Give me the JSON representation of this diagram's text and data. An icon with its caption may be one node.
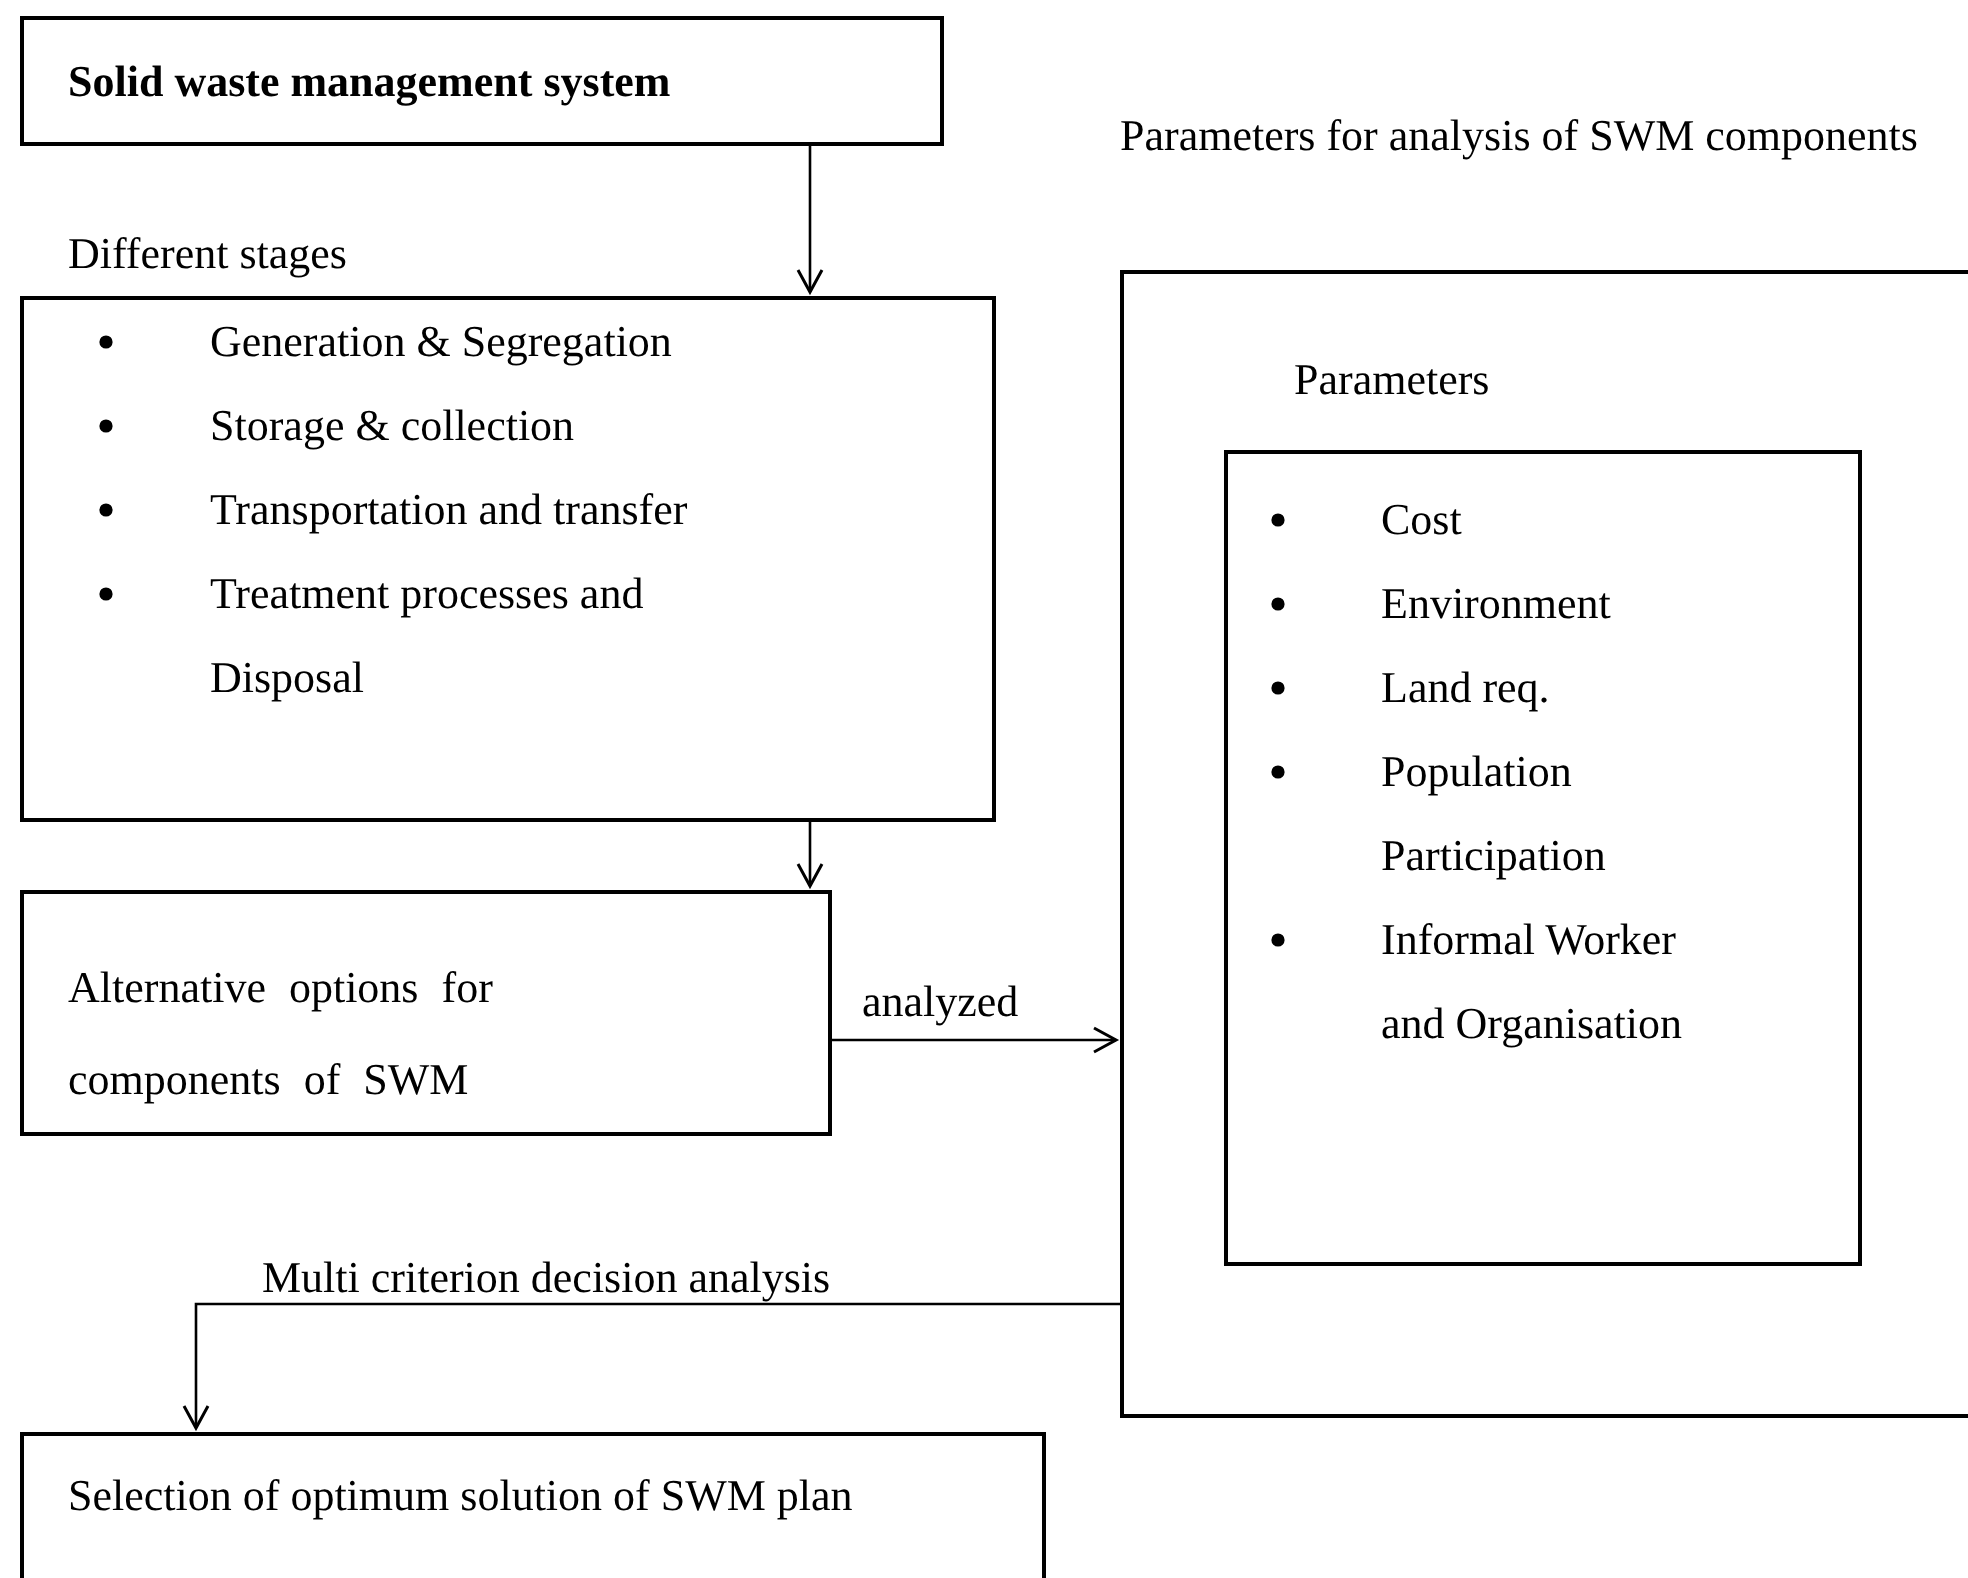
{
  "diagram": {
    "nodes": [
      {
        "text": [
          "Solid waste management system"
        ]
      },
      {
        "text": [
          "Different stages",
          "Generation & Segregation",
          "Storage & collection",
          "Transportation and transfer",
          "Treatment processes and Disposal"
        ]
      },
      {
        "text": [
          "Alternative options for components of SWM"
        ]
      },
      {
        "text": [
          "Parameters for analysis of SWM components",
          "Parameters"
        ]
      },
      {
        "text": [
          "Cost",
          "Environment",
          "Land req.",
          "Population Participation",
          "Informal Worker and Organisation"
        ],
        "in": 3
      },
      {
        "text": [
          "Selection of optimum solution of SWM plan"
        ]
      }
    ],
    "edges": [
      {
        "from": 0,
        "to": 1,
        "arrow": "to"
      },
      {
        "from": 1,
        "to": 2,
        "arrow": "to"
      },
      {
        "from": 2,
        "to": 3,
        "arrow": "to",
        "label": "analyzed"
      },
      {
        "from": 3,
        "to": 5,
        "arrow": "to",
        "label": "Multi criterion decision analysis"
      }
    ]
  }
}
